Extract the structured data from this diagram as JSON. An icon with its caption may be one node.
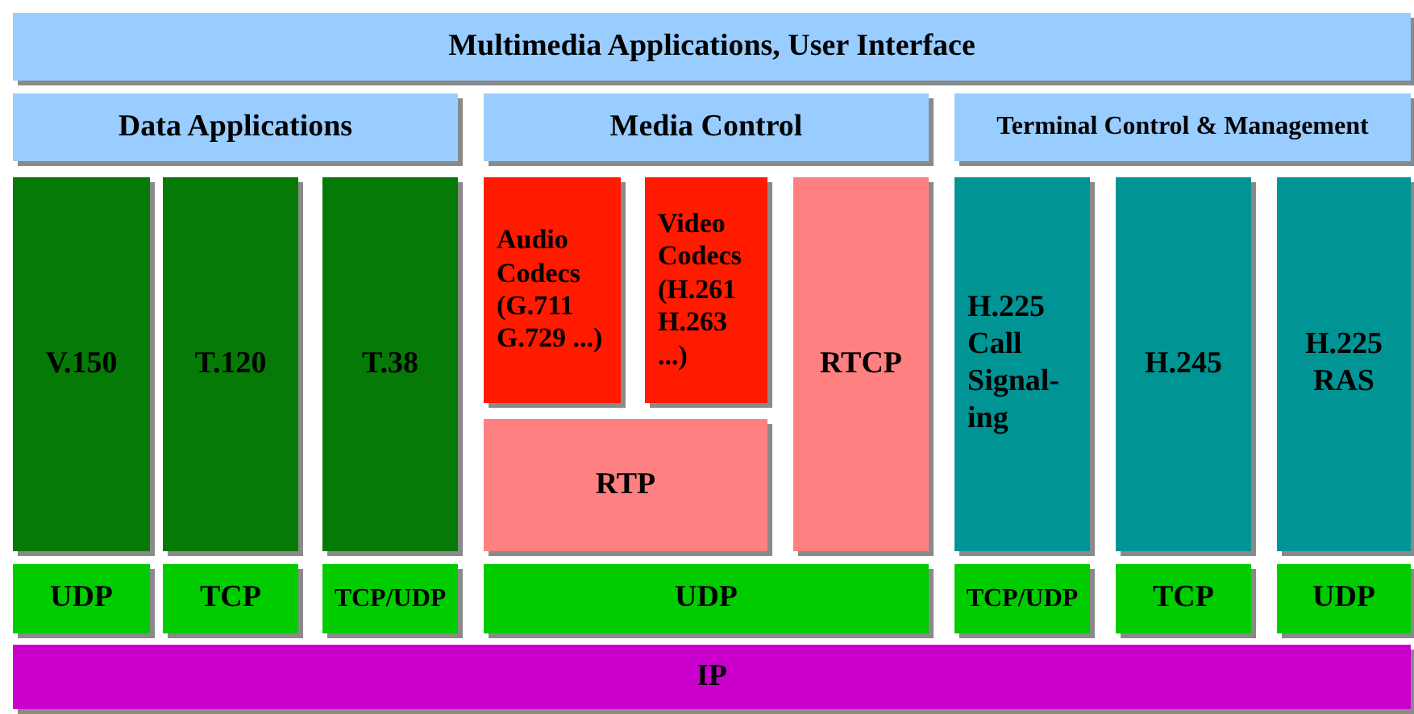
{
  "diagram": {
    "nodes": [
      {
        "text": [
          "Multimedia Applications, User Interface"
        ]
      },
      {
        "text": [
          "Data Applications"
        ]
      },
      {
        "text": [
          "Media Control"
        ]
      },
      {
        "text": [
          "Terminal Control & Management"
        ]
      },
      {
        "text": [
          "V.150"
        ]
      },
      {
        "text": [
          "T.120"
        ]
      },
      {
        "text": [
          "T.38"
        ]
      },
      {
        "text": [
          "Audio Codecs (G.711 G.729 ...)"
        ]
      },
      {
        "text": [
          "Video Codecs (H.261 H.263 ...)"
        ]
      },
      {
        "text": [
          "RTCP"
        ]
      },
      {
        "text": [
          "H.225 Call Signal-ing"
        ]
      },
      {
        "text": [
          "H.245"
        ]
      },
      {
        "text": [
          "H.225 RAS"
        ]
      },
      {
        "text": [
          "RTP"
        ]
      },
      {
        "text": [
          "UDP"
        ]
      },
      {
        "text": [
          "TCP"
        ]
      },
      {
        "text": [
          "TCP/UDP"
        ]
      },
      {
        "text": [
          "UDP"
        ]
      },
      {
        "text": [
          "TCP/UDP"
        ]
      },
      {
        "text": [
          "TCP"
        ]
      },
      {
        "text": [
          "UDP"
        ]
      },
      {
        "text": [
          "IP"
        ]
      }
    ]
  }
}
